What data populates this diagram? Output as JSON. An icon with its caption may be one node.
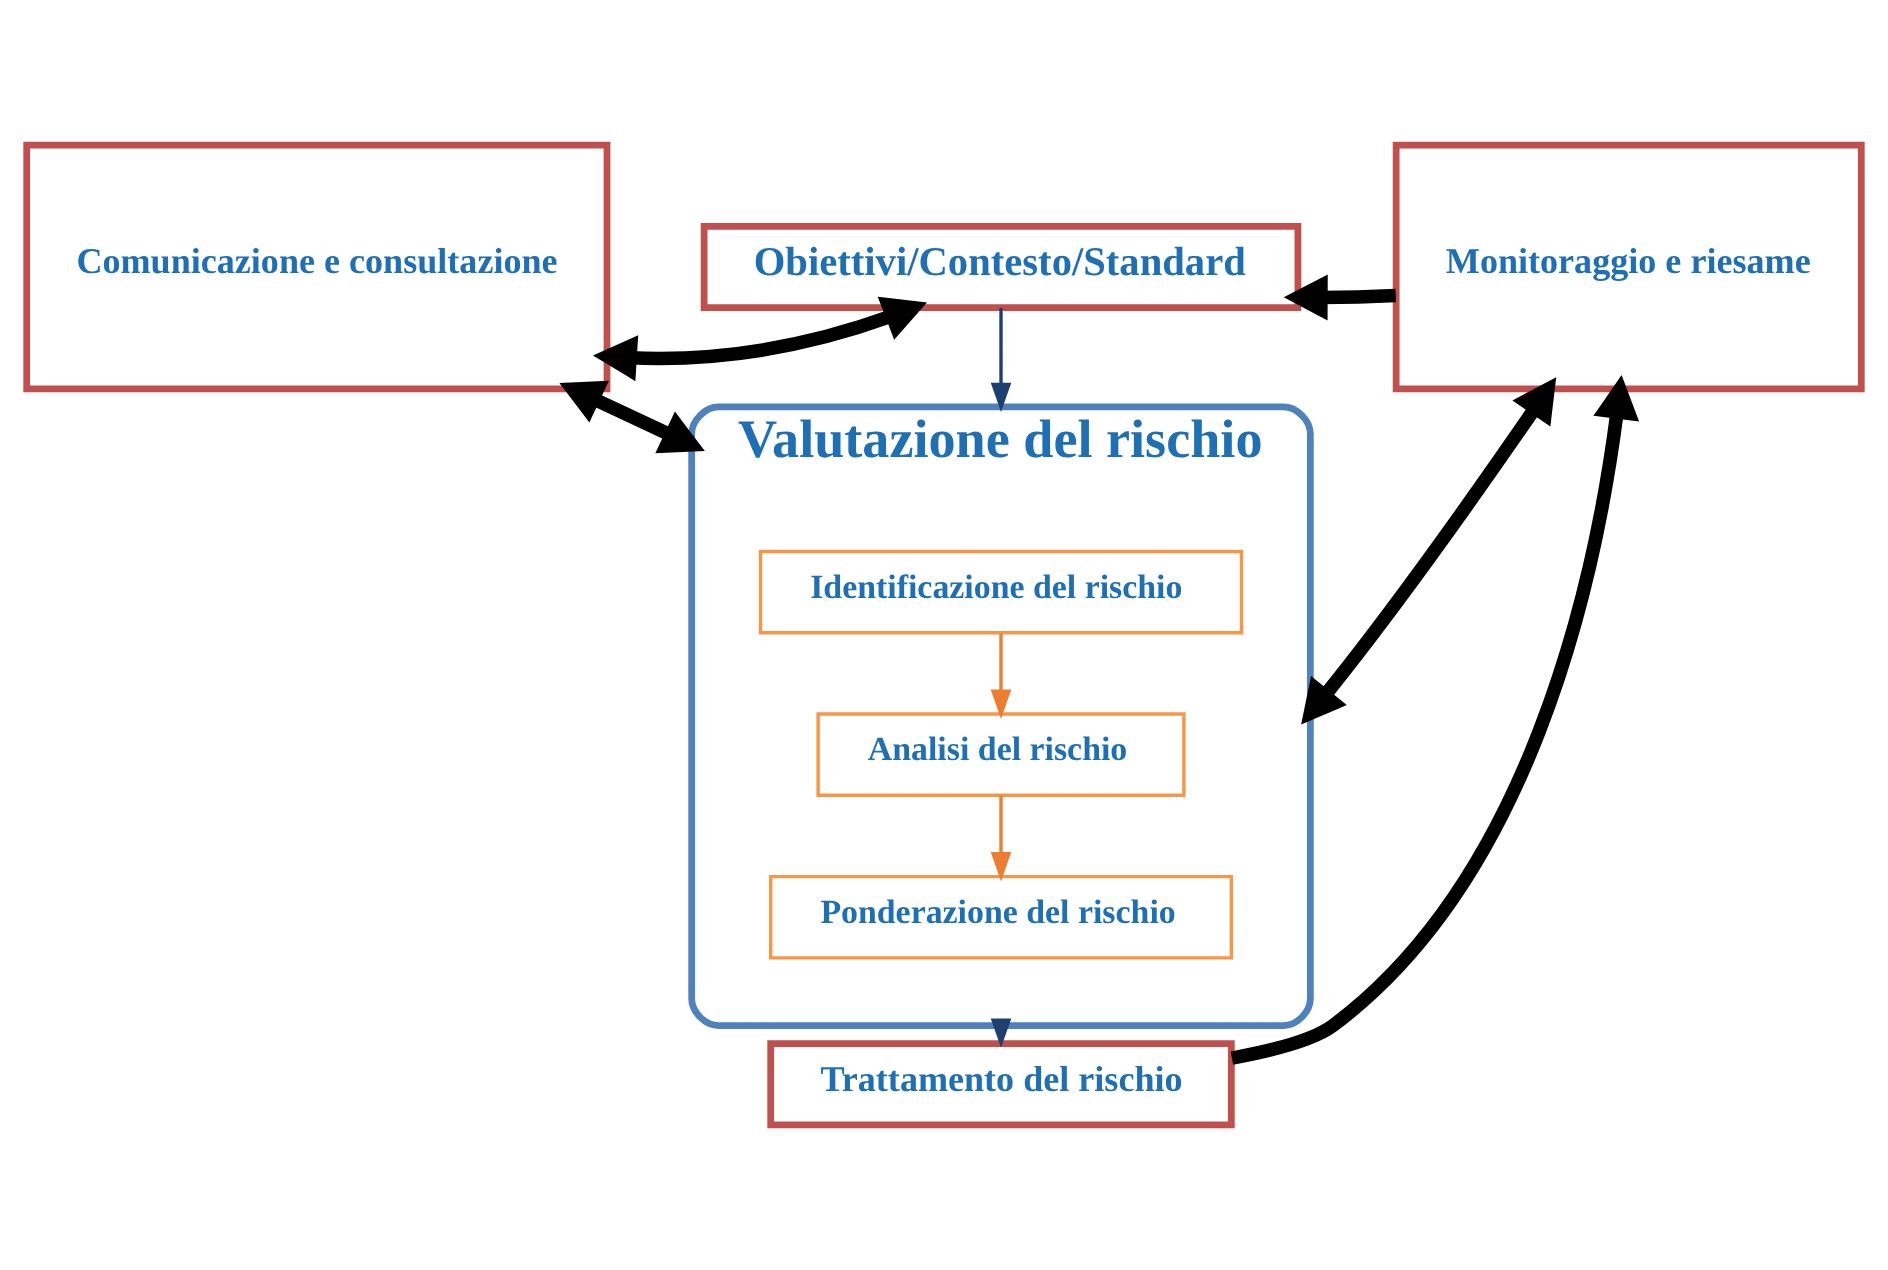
{
  "diagram": {
    "nodes": [
      {
        "text": [
          "Comunicazione e consultazione"
        ]
      },
      {
        "text": [
          "Obiettivi/Contesto/Standard"
        ]
      },
      {
        "text": [
          "Valutazione del rischio"
        ]
      },
      {
        "text": [
          "Identificazione del rischio"
        ],
        "in": 2
      },
      {
        "text": [
          "Analisi del rischio"
        ],
        "in": 2
      },
      {
        "text": [
          "Ponderazione del rischio"
        ],
        "in": 2
      },
      {
        "text": [
          "Trattamento del rischio"
        ]
      },
      {
        "text": [
          "Monitoraggio e riesame"
        ]
      }
    ],
    "edges": [
      {
        "from": 0,
        "to": 1,
        "arrow": "both"
      },
      {
        "from": 1,
        "to": 2,
        "arrow": "to",
        "color": "#1f3f6e"
      },
      {
        "from": 0,
        "to": 2,
        "arrow": "both"
      },
      {
        "from": 2,
        "to": 7,
        "arrow": "both"
      },
      {
        "from": 3,
        "to": 4,
        "arrow": "to",
        "color": "#ed7d31"
      },
      {
        "from": 4,
        "to": 5,
        "arrow": "to",
        "color": "#ed7d31"
      },
      {
        "from": 2,
        "to": 6,
        "arrow": "to",
        "color": "#1f3f6e"
      },
      {
        "from": 6,
        "to": 7,
        "arrow": "to"
      },
      {
        "from": 7,
        "to": 1,
        "arrow": "to"
      }
    ]
  }
}
